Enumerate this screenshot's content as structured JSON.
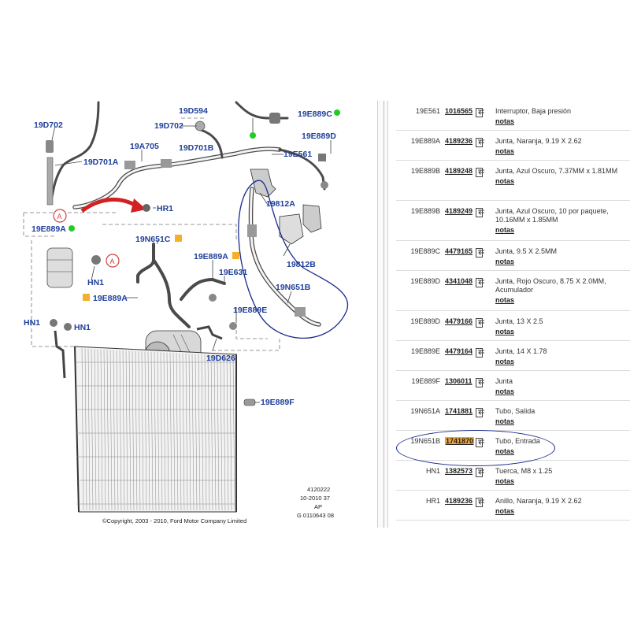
{
  "diagram": {
    "labels": {
      "l_19D702a": "19D702",
      "l_19D594": "19D594",
      "l_19E889C": "19E889C",
      "l_19D702b": "19D702",
      "l_19E889D": "19E889D",
      "l_19A705": "19A705",
      "l_19D701B": "19D701B",
      "l_19E561": "19E561",
      "l_19D701A": "19D701A",
      "l_HR1": "HR1",
      "l_19812A": "19812A",
      "l_19E889A_1": "19E889A",
      "l_19N651C": "19N651C",
      "l_19E889A_2": "19E889A",
      "l_19812B": "19812B",
      "l_HN1_a": "HN1",
      "l_19E631": "19E631",
      "l_19N651B": "19N651B",
      "l_19E889A_3": "19E889A",
      "l_19E889E": "19E889E",
      "l_HN1_b": "HN1",
      "l_HN1_c": "HN1",
      "l_19D626": "19D626",
      "l_19E889F": "19E889F",
      "callout_a1": "A",
      "callout_a2": "A"
    },
    "stamp": {
      "line1": "4120222",
      "line2": "10-2010 37",
      "line3": "AP",
      "line4": "G 0110643 08"
    },
    "copyright": "©Copyright, 2003 - 2010, Ford Motor Company Limited"
  },
  "parts": [
    {
      "code": "19E561",
      "number": "1016565",
      "desc": "Interruptor, Baja presión",
      "notes": "notas"
    },
    {
      "code": "19E889A",
      "number": "4189236",
      "desc": "Junta, Naranja, 9.19 X 2.62",
      "notes": "notas"
    },
    {
      "code": "19E889B",
      "number": "4189248",
      "desc": "Junta, Azul Oscuro, 7.37MM x 1.81MM",
      "notes": "notas"
    },
    {
      "code": "19E889B",
      "number": "4189249",
      "desc": "Junta, Azul Oscuro, 10 por paquete, 10.16MM x 1.85MM",
      "notes": "notas"
    },
    {
      "code": "19E889C",
      "number": "4479165",
      "desc": "Junta, 9.5 X 2.5MM",
      "notes": "notas"
    },
    {
      "code": "19E889D",
      "number": "4341048",
      "desc": "Junta, Rojo Oscuro, 8.75 X 2.0MM, Acumulador",
      "notes": "notas"
    },
    {
      "code": "19E889D",
      "number": "4479166",
      "desc": "Junta, 13 X 2.5",
      "notes": "notas"
    },
    {
      "code": "19E889E",
      "number": "4479164",
      "desc": "Junta, 14 X 1.78",
      "notes": "notas"
    },
    {
      "code": "19E889F",
      "number": "1306011",
      "desc": "Junta",
      "notes": "notas"
    },
    {
      "code": "19N651A",
      "number": "1741881",
      "desc": "Tubo, Salida",
      "notes": "notas"
    },
    {
      "code": "19N651B",
      "number": "1741870",
      "desc": "Tubo, Entrada",
      "notes": "notas",
      "highlighted": true
    },
    {
      "code": "HN1",
      "number": "1382573",
      "desc": "Tuerca, M8 x 1.25",
      "notes": "notas"
    },
    {
      "code": "HR1",
      "number": "4189236",
      "desc": "Anillo, Naranja, 9.19 X 2.62",
      "notes": "notas"
    }
  ],
  "colors": {
    "label_blue": "#1f3f9a",
    "annotation_blue": "#1a2a8c",
    "highlight_orange": "#f0a53a",
    "arrow_red": "#d32020",
    "callout_red": "#d04040",
    "status_green": "#22cc22",
    "marker_orange": "#f5b02a"
  }
}
